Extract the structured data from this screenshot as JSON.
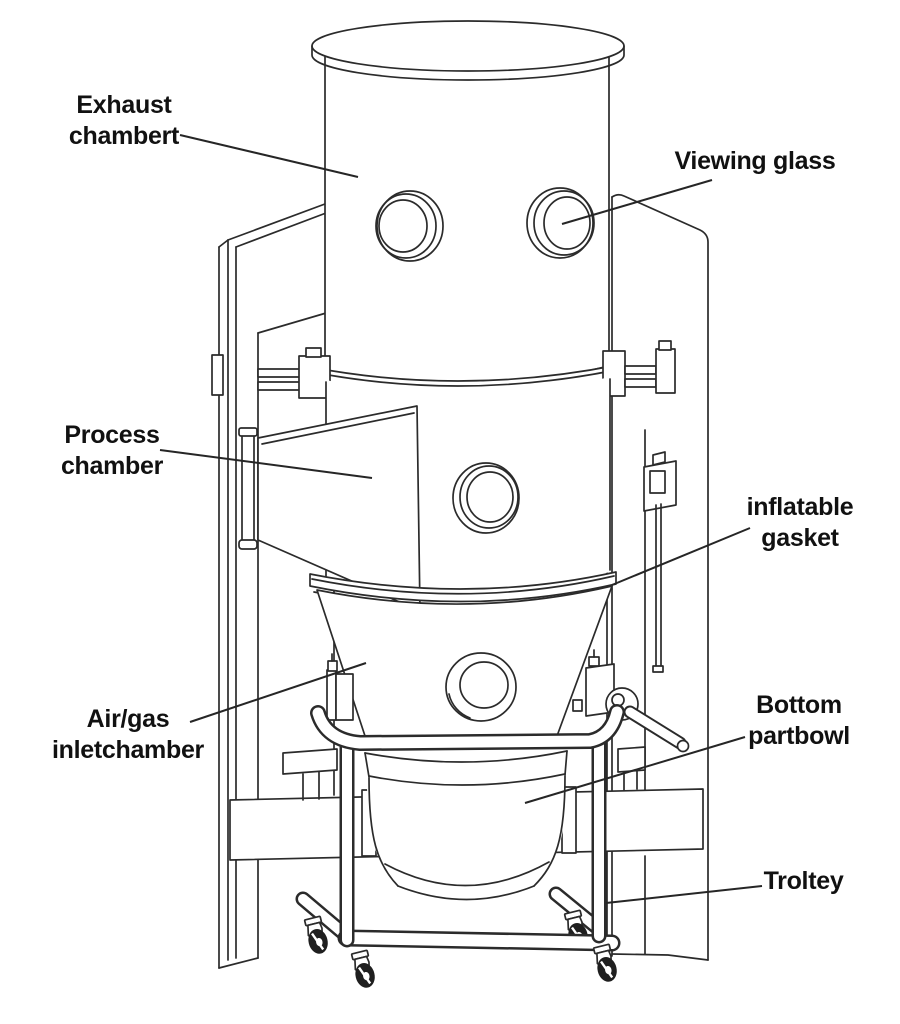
{
  "diagram": {
    "labels": {
      "exhaust_chamber": "Exhaust\nchambert",
      "viewing_glass": "Viewing glass",
      "process_chamber": "Process\nchamber",
      "inflatable_gasket": "inflatable\ngasket",
      "air_gas_inlet": "Air/gas\ninletchamber",
      "bottom_bowl": "Bottom\npartbowl",
      "trolley": "Troltey"
    },
    "colors": {
      "line": "#2b2b2b",
      "text": "#111111",
      "background": "#ffffff",
      "caster_wheel": "#1f1f1f"
    }
  }
}
